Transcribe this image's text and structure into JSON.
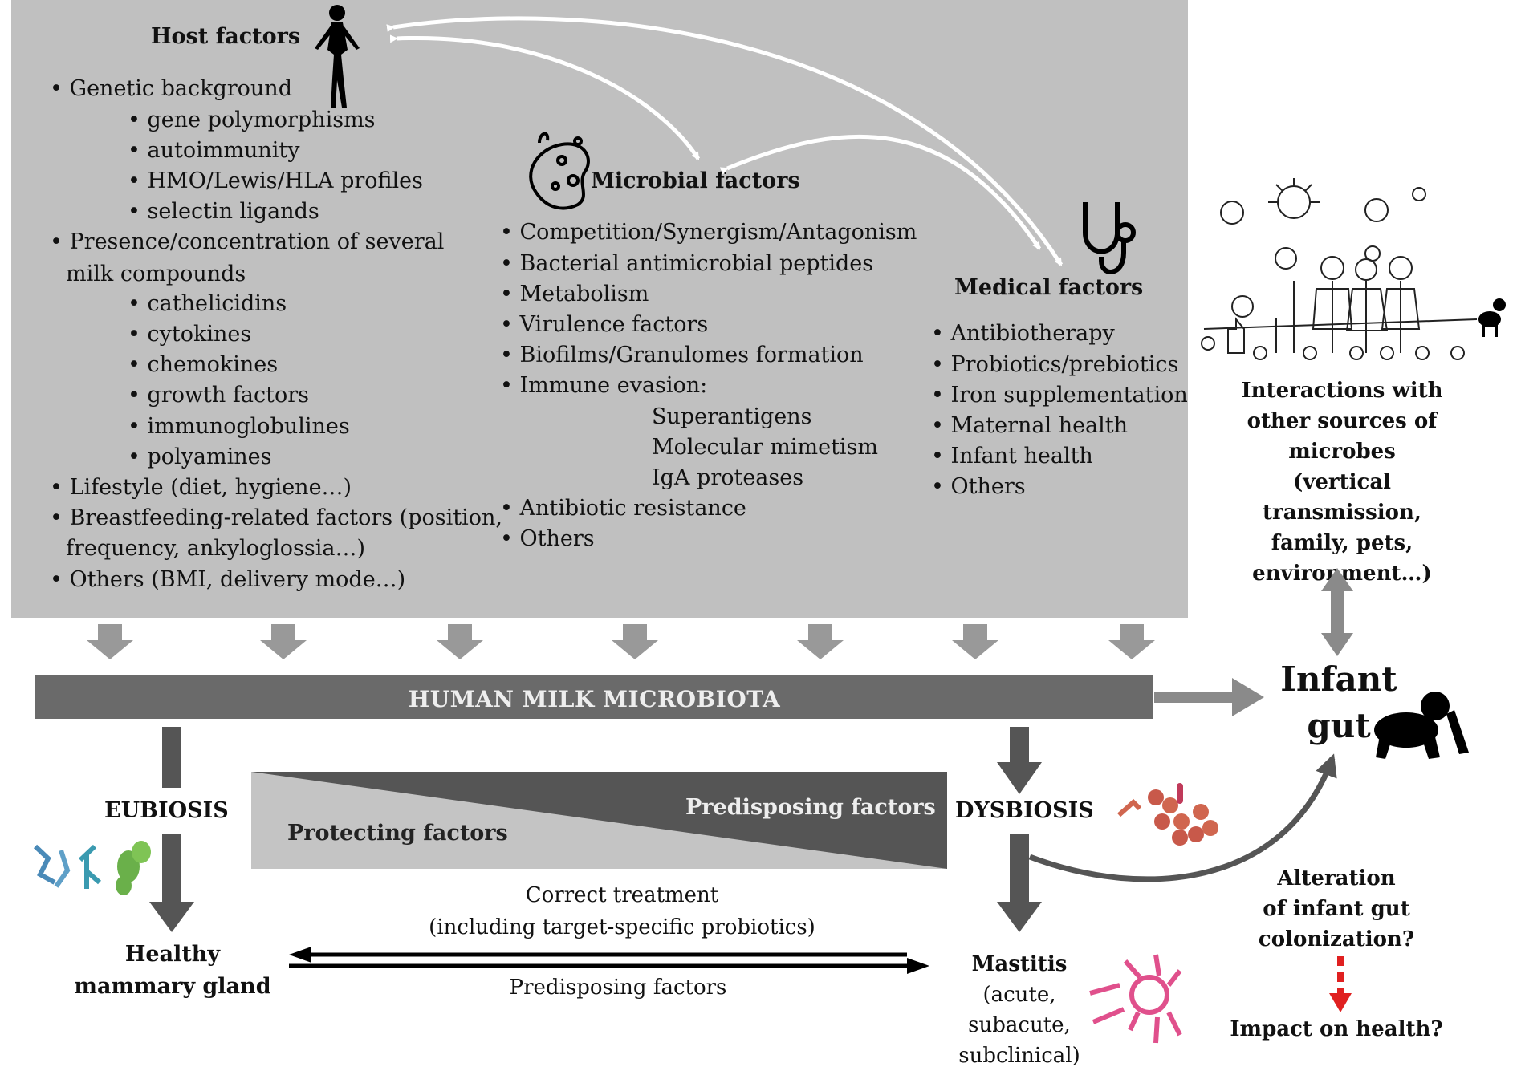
{
  "host": {
    "title": "Host factors",
    "items": [
      "• Genetic background",
      "• gene polymorphisms",
      "• autoimmunity",
      "• HMO/Lewis/HLA profiles",
      "• selectin ligands",
      "• Presence/concentration of several",
      "milk compounds",
      "• cathelicidins",
      "• cytokines",
      "• chemokines",
      "• growth factors",
      "• immunoglobulines",
      "• polyamines",
      "• Lifestyle (diet, hygiene…)",
      "• Breastfeeding-related factors (position,",
      "frequency, ankyloglossia…)",
      "• Others (BMI, delivery mode…)"
    ]
  },
  "microbial": {
    "title": "Microbial factors",
    "items": [
      "• Competition/Synergism/Antagonism",
      "• Bacterial antimicrobial peptides",
      "• Metabolism",
      "• Virulence factors",
      "• Biofilms/Granulomes formation",
      "• Immune evasion:",
      "Superantigens",
      "Molecular mimetism",
      "IgA proteases",
      "• Antibiotic resistance",
      "• Others"
    ]
  },
  "medical": {
    "title": "Medical factors",
    "items": [
      "• Antibiotherapy",
      "• Probiotics/prebiotics",
      "• Iron supplementation",
      "• Maternal health",
      "• Infant health",
      "• Others"
    ]
  },
  "interactions": {
    "lines": [
      "Interactions with",
      "other sources of",
      "microbes",
      "(vertical transmission,",
      "family, pets,",
      "environment…)"
    ]
  },
  "bar_label": "HUMAN MILK MICROBIOTA",
  "infant_gut": [
    "Infant",
    "gut"
  ],
  "eubiosis": "EUBIOSIS",
  "dysbiosis": "DYSBIOSIS",
  "predisposing_tri": "Predisposing factors",
  "protecting_tri": "Protecting factors",
  "treatment": [
    "Correct treatment",
    "(including target-specific probiotics)"
  ],
  "predisposing_bottom": "Predisposing factors",
  "healthy": [
    "Healthy",
    "mammary gland"
  ],
  "mastitis": [
    "Mastitis",
    "(acute,",
    "subacute,",
    "subclinical)"
  ],
  "alteration": [
    "Alteration",
    "of infant gut",
    "colonization?"
  ],
  "impact": "Impact on health?",
  "icons": [
    "woman-silhouette-icon",
    "microbe-icon",
    "stethoscope-icon",
    "family-drawing-icon",
    "crawling-baby-icon",
    "bacteria-cluster-icon",
    "pathogen-bacteria-icon",
    "inflammation-icon"
  ],
  "colors": {
    "panel": "#c0c0c0",
    "bar": "#6a6a6a",
    "arrow": "#8a8a8a",
    "dark": "#555555",
    "red": "#e02020",
    "pink": "#e0508c"
  }
}
